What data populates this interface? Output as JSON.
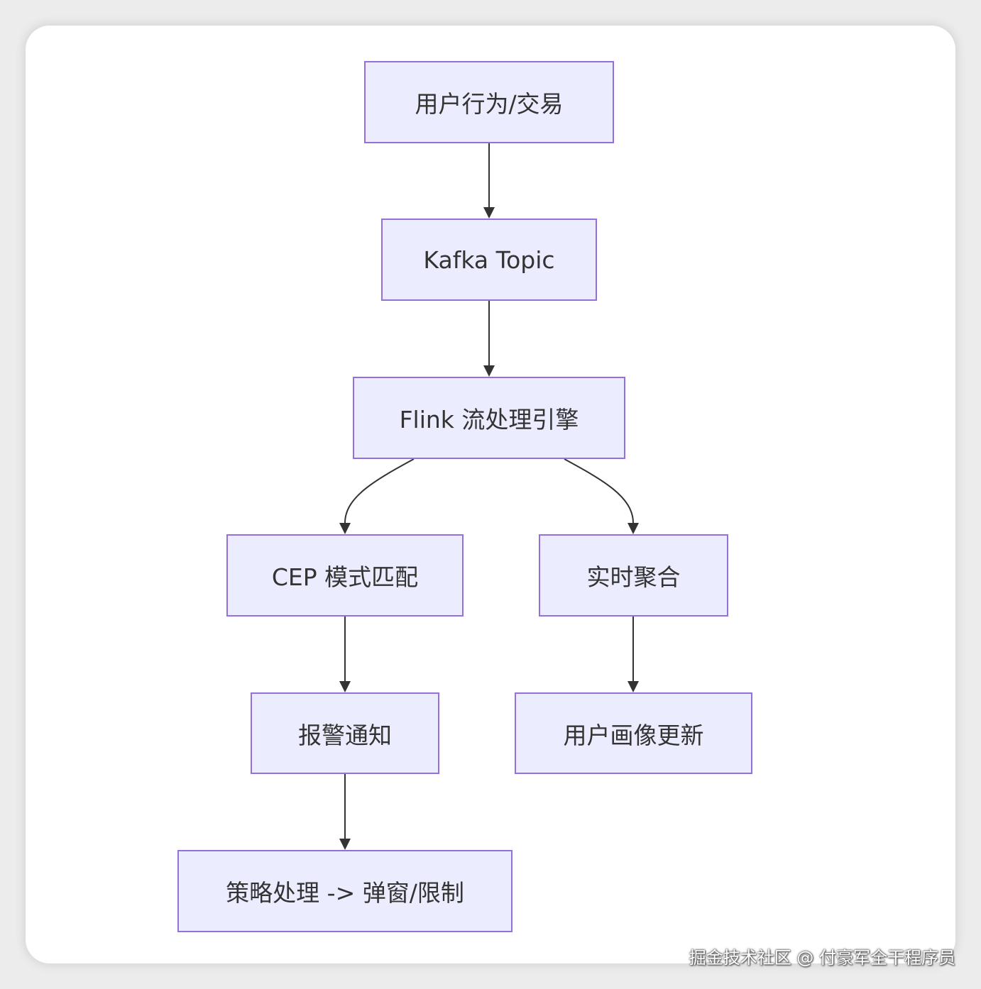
{
  "nodes": {
    "user_behavior": "用户行为/交易",
    "kafka_topic": "Kafka Topic",
    "flink_engine": "Flink 流处理引擎",
    "cep_matching": "CEP 模式匹配",
    "realtime_agg": "实时聚合",
    "alert_notice": "报警通知",
    "profile_update": "用户画像更新",
    "strategy": "策略处理 -> 弹窗/限制"
  },
  "edges": [
    {
      "from": "user_behavior",
      "to": "kafka_topic"
    },
    {
      "from": "kafka_topic",
      "to": "flink_engine"
    },
    {
      "from": "flink_engine",
      "to": "cep_matching"
    },
    {
      "from": "flink_engine",
      "to": "realtime_agg"
    },
    {
      "from": "cep_matching",
      "to": "alert_notice"
    },
    {
      "from": "realtime_agg",
      "to": "profile_update"
    },
    {
      "from": "alert_notice",
      "to": "strategy"
    }
  ],
  "colors": {
    "node_fill": "#ececff",
    "node_border": "#9370db",
    "edge": "#333333",
    "text": "#333333"
  },
  "watermark": "掘金技术社区 @ 付豪军全干程序员"
}
